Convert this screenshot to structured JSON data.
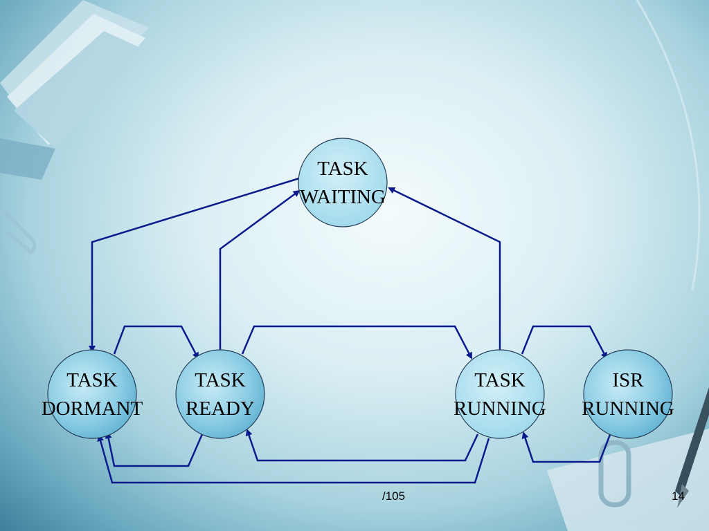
{
  "diagram": {
    "nodes": {
      "waiting": {
        "line1": "TASK",
        "line2": "WAITING"
      },
      "dormant": {
        "line1": "TASK",
        "line2": "DORMANT"
      },
      "ready": {
        "line1": "TASK",
        "line2": "READY"
      },
      "running": {
        "line1": "TASK",
        "line2": "RUNNING"
      },
      "isr": {
        "line1": "ISR",
        "line2": "RUNNING"
      }
    },
    "colors": {
      "node_fill": "#a9d9ea",
      "node_fill_dark": "#5fb0d0",
      "arrow": "#0a1a8c"
    }
  },
  "footer": {
    "page_ref": "/105",
    "page_number": "14"
  }
}
